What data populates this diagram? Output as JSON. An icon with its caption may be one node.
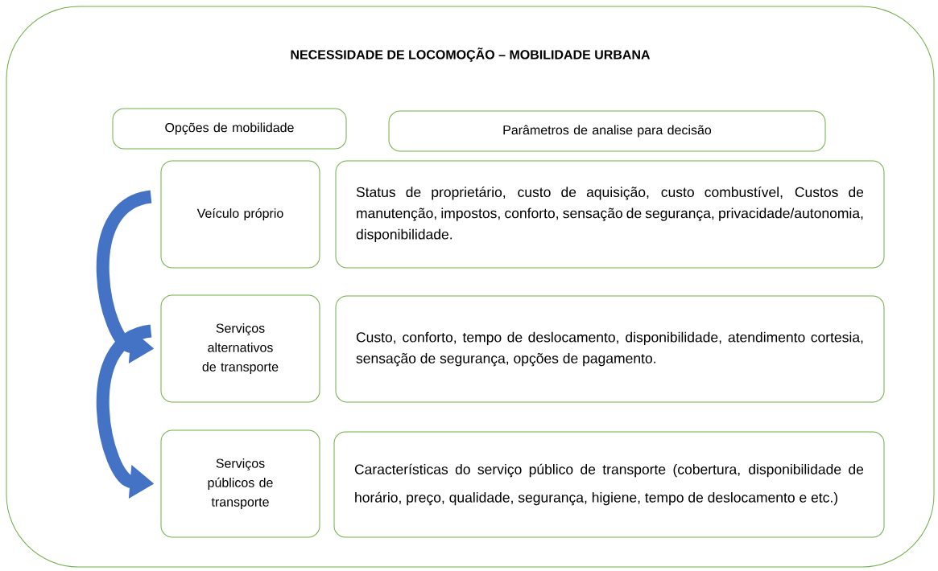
{
  "diagram": {
    "nodes": [
      {
        "text": [
          "NECESSIDADE DE LOCOMOÇÃO – MOBILIDADE URBANA"
        ]
      },
      {
        "text": [
          "Opções de mobilidade"
        ],
        "in": 0
      },
      {
        "text": [
          "Parâmetros de analise para decisão"
        ],
        "in": 0
      },
      {
        "text": [
          "Veículo próprio"
        ],
        "in": 0
      },
      {
        "text": [
          "Status de proprietário, custo de aquisição, custo combustível, Custos de manutenção, impostos, conforto, sensação de segurança, privacidade/autonomia, disponibilidade."
        ],
        "in": 0
      },
      {
        "text": [
          "Serviços alternativos de transporte"
        ],
        "in": 0
      },
      {
        "text": [
          "Custo, conforto, tempo de deslocamento, disponibilidade, atendimento cortesia, sensação de segurança, opções de pagamento."
        ],
        "in": 0
      },
      {
        "text": [
          "Serviços públicos de transporte"
        ],
        "in": 0
      },
      {
        "text": [
          "Características do serviço público de transporte (cobertura, disponibilidade de horário, preço, qualidade, segurança, higiene, tempo de deslocamento e etc.)"
        ],
        "in": 0
      }
    ],
    "edges": [
      {
        "from": 3,
        "to": 5,
        "arrow": "to",
        "color": "#4472c4"
      },
      {
        "from": 5,
        "to": 7,
        "arrow": "to",
        "color": "#4472c4"
      }
    ]
  }
}
